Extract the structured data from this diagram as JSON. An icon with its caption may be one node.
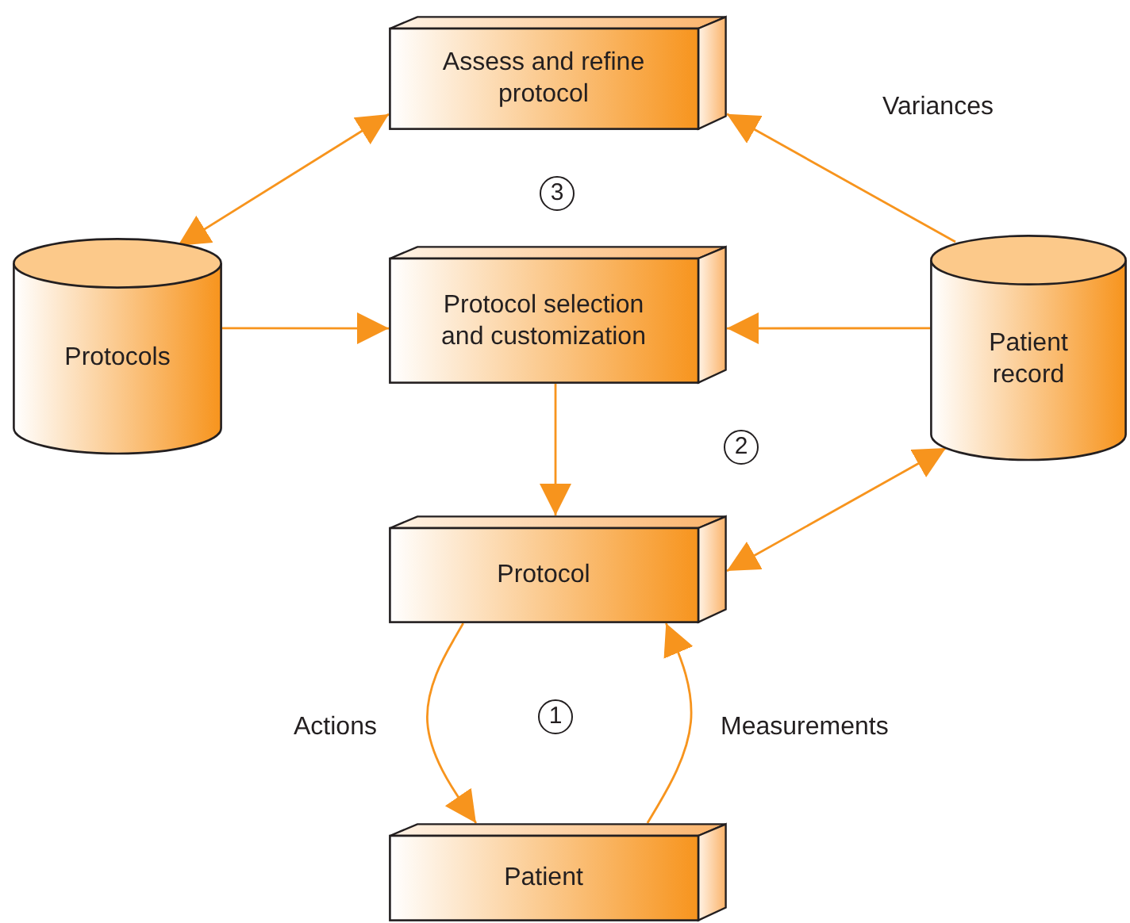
{
  "diagram": {
    "nodes": [
      {
        "text": [
          "Assess and refine protocol"
        ]
      },
      {
        "text": [
          "Protocols"
        ]
      },
      {
        "text": [
          "Protocol selection and customization"
        ]
      },
      {
        "text": [
          "Patient record"
        ]
      },
      {
        "text": [
          "Protocol"
        ]
      },
      {
        "text": [
          "Patient"
        ]
      }
    ],
    "edges": [
      {
        "from": 0,
        "to": 1,
        "arrow": "both"
      },
      {
        "from": 3,
        "to": 0,
        "arrow": "to",
        "label": "Variances"
      },
      {
        "from": 1,
        "to": 2,
        "arrow": "to"
      },
      {
        "from": 3,
        "to": 2,
        "arrow": "to"
      },
      {
        "from": 2,
        "to": 4,
        "arrow": "to"
      },
      {
        "from": 4,
        "to": 3,
        "arrow": "both"
      },
      {
        "from": 4,
        "to": 5,
        "arrow": "to",
        "label": "Actions"
      },
      {
        "from": 5,
        "to": 4,
        "arrow": "to",
        "label": "Measurements"
      }
    ],
    "labels": [
      "3",
      "2",
      "1"
    ]
  }
}
